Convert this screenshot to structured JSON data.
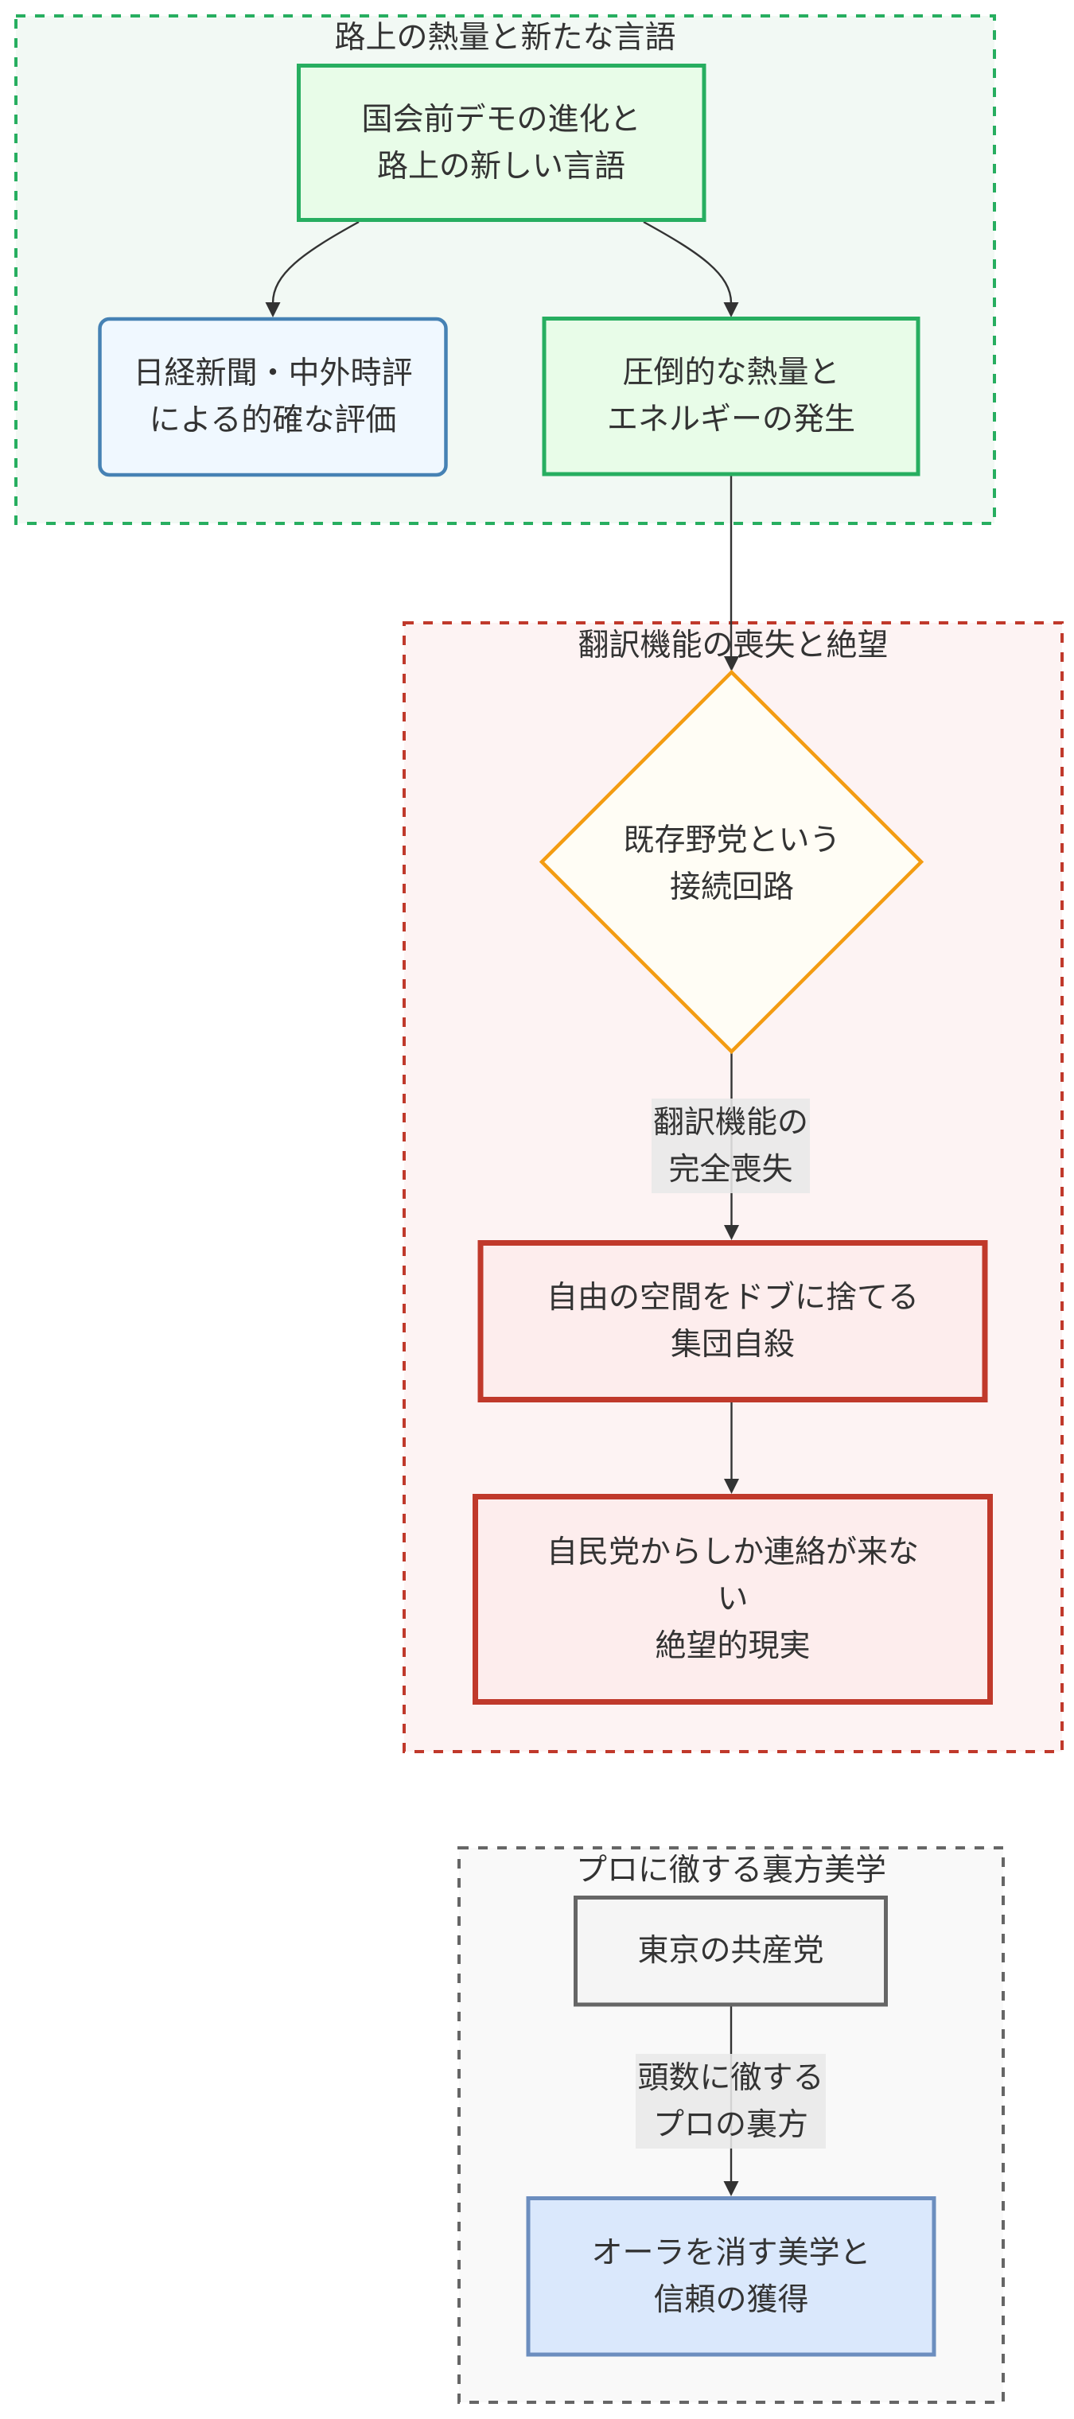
{
  "diagram": {
    "type": "flowchart",
    "direction": "top-to-bottom",
    "edge_color": "#333333",
    "text_color": "#333333",
    "edge_label_bg": "#e8e8e8",
    "groups": [
      {
        "title": "路上の熱量と新たな言語",
        "stroke": "#27ae60",
        "fill": "#f2f9f4",
        "border_style": "dashed"
      },
      {
        "title": "翻訳機能の喪失と絶望",
        "stroke": "#c0392b",
        "fill": "#fdf3f3",
        "border_style": "dashed"
      },
      {
        "title": "プロに徹する裏方美学",
        "stroke": "#666666",
        "fill": "#f9f9f9",
        "border_style": "dashed"
      }
    ],
    "nodes": [
      {
        "group": 0,
        "shape": "rect",
        "lines": [
          "国会前デモの進化と",
          "路上の新しい言語"
        ],
        "fill": "#e8fce8",
        "stroke": "#27ae60"
      },
      {
        "group": 0,
        "shape": "rounded-rect",
        "lines": [
          "日経新聞・中外時評",
          "による的確な評価"
        ],
        "fill": "#f0f8ff",
        "stroke": "#4682b4"
      },
      {
        "group": 0,
        "shape": "rect",
        "lines": [
          "圧倒的な熱量と",
          "エネルギーの発生"
        ],
        "fill": "#e8fce8",
        "stroke": "#27ae60"
      },
      {
        "group": 1,
        "shape": "diamond",
        "lines": [
          "既存野党という",
          "接続回路"
        ],
        "fill": "#fffdf5",
        "stroke": "#f39c12"
      },
      {
        "group": 1,
        "shape": "rect",
        "lines": [
          "自由の空間をドブに捨てる",
          "集団自殺"
        ],
        "fill": "#fdeded",
        "stroke": "#c0392b"
      },
      {
        "group": 1,
        "shape": "rect",
        "lines": [
          "自民党からしか連絡が来な",
          "い",
          "絶望的現実"
        ],
        "fill": "#fdeded",
        "stroke": "#c0392b"
      },
      {
        "group": 2,
        "shape": "rect",
        "lines": [
          "東京の共産党"
        ],
        "fill": "#f5f5f5",
        "stroke": "#666666"
      },
      {
        "group": 2,
        "shape": "rect",
        "lines": [
          "オーラを消す美学と",
          "信頼の獲得"
        ],
        "fill": "#dae8fc",
        "stroke": "#6c8ebf"
      }
    ],
    "edges": [
      {
        "from": 0,
        "to": 1
      },
      {
        "from": 0,
        "to": 2
      },
      {
        "from": 2,
        "to": 3
      },
      {
        "from": 3,
        "to": 4,
        "label_lines": [
          "翻訳機能の",
          "完全喪失"
        ]
      },
      {
        "from": 4,
        "to": 5
      },
      {
        "from": 6,
        "to": 7,
        "label_lines": [
          "頭数に徹する",
          "プロの裏方"
        ]
      }
    ]
  }
}
